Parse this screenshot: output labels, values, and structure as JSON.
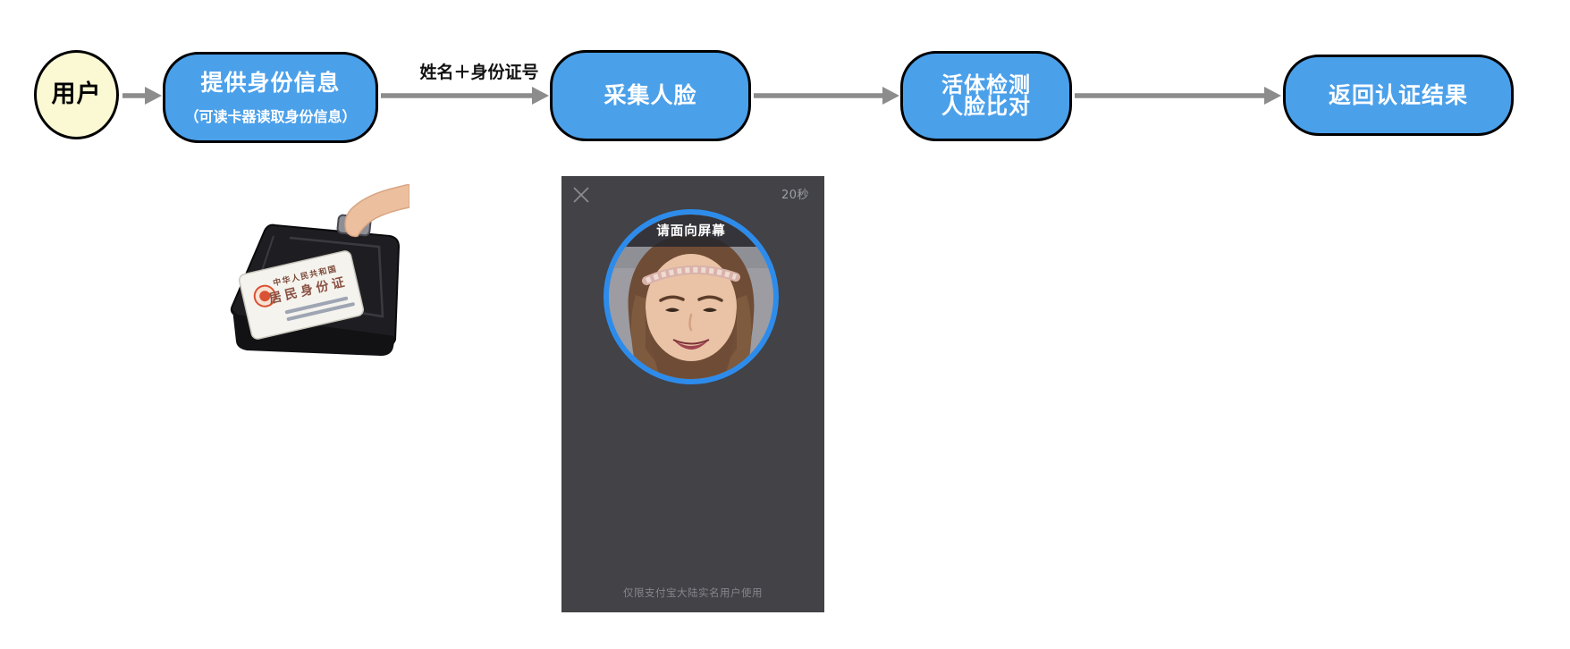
{
  "diagram": {
    "user": {
      "label": "用户"
    },
    "steps": [
      {
        "title": "提供身份信息",
        "subtitle": "（可读卡器读取身份信息）"
      },
      {
        "title": "采集人脸"
      },
      {
        "line1": "活体检测",
        "line2": "人脸比对"
      },
      {
        "title": "返回认证结果"
      }
    ],
    "flow_label": "姓名＋身份证号",
    "colors": {
      "step_fill": "#4BA0EA",
      "user_fill": "#FBF9D3",
      "node_border": "#000000",
      "arrow": "#8C8C8C"
    }
  },
  "reader_illustration": {
    "card_title_line1": "中华人民共和国",
    "card_title_line2": "居民身份证"
  },
  "phone_screen": {
    "timer": "20秒",
    "face_prompt": "请面向屏幕",
    "footer_note": "仅限支付宝大陆实名用户使用",
    "icons": {
      "close": "close-icon"
    },
    "colors": {
      "background": "#424247",
      "circle_ring": "#2D8CEB"
    }
  }
}
